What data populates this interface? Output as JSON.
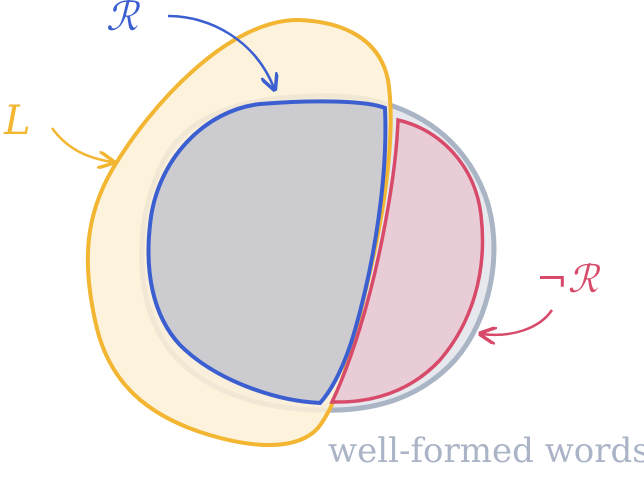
{
  "diagram": {
    "labels": {
      "r": "ℛ",
      "l": "L",
      "neg_r": "¬ℛ",
      "universe": "well-formed words"
    },
    "colors": {
      "l_stroke": "#f2b632",
      "l_fill": "#fdf0d6",
      "r_stroke": "#3b5fd1",
      "r_fill": "#c8c9cf",
      "neg_r_stroke": "#d84a6a",
      "neg_r_fill": "#e9cdd6",
      "universe_stroke": "#a9b4c5",
      "universe_fill": "#e6e8ee",
      "universe_text": "#aab4c6"
    }
  }
}
